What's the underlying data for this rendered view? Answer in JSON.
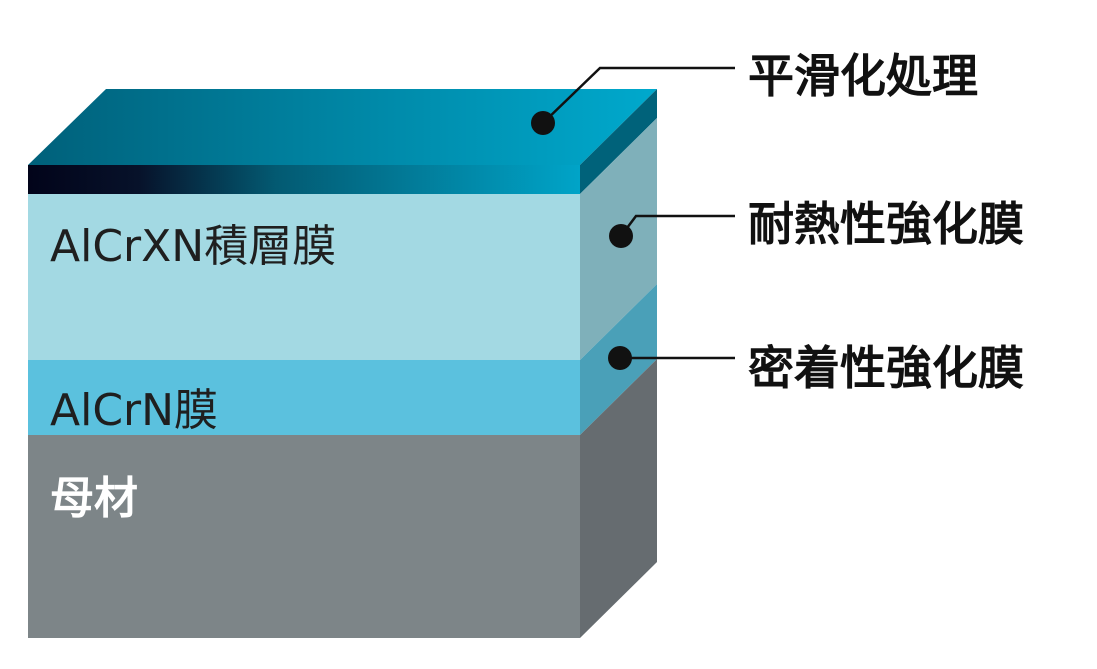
{
  "layers": {
    "alcrxn": "AlCrXN積層膜",
    "alcrn": "AlCrN膜",
    "substrate": "母材"
  },
  "callouts": {
    "smoothing": "平滑化処理",
    "heat_resistant_film": "耐熱性強化膜",
    "adhesion_film": "密着性強化膜"
  },
  "colors": {
    "top_surface_dark": "#006f88",
    "top_surface_light": "#00a8cc",
    "alcrxn_front": "#a3d9e3",
    "alcrxn_side": "#7fb0ba",
    "alcrn_front": "#5bc1de",
    "alcrn_side": "#4aa0b8",
    "substrate_front": "#7d8588",
    "substrate_side": "#666c70",
    "leader": "#111111"
  }
}
